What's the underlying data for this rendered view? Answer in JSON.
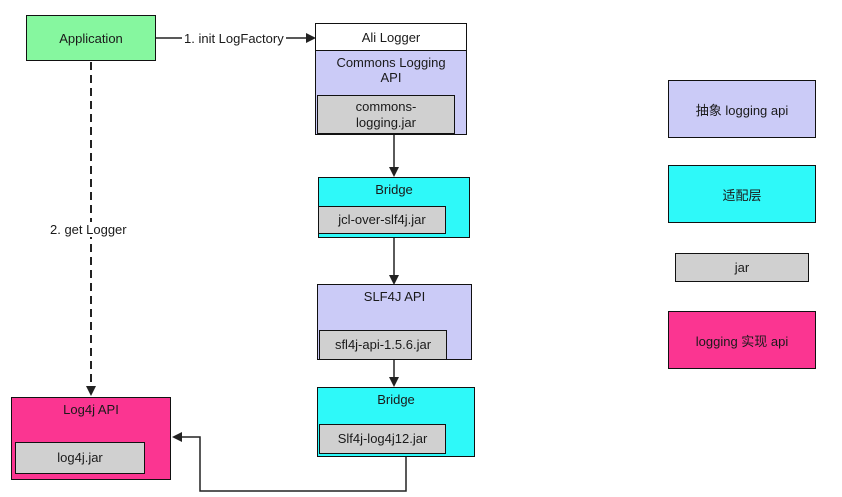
{
  "diagram": {
    "application": {
      "label": "Application"
    },
    "ali_logger": {
      "label": "Ali Logger"
    },
    "commons_logging_api": {
      "label": "Commons Logging API",
      "jar": "commons-logging.jar"
    },
    "bridge_jcl": {
      "label": "Bridge",
      "jar": "jcl-over-slf4j.jar"
    },
    "slf4j_api": {
      "label": "SLF4J API",
      "jar": "sfl4j-api-1.5.6.jar"
    },
    "bridge_log4j": {
      "label": "Bridge",
      "jar": "Slf4j-log4j12.jar"
    },
    "log4j_api": {
      "label": "Log4j API",
      "jar": "log4j.jar"
    },
    "edges": {
      "init": "1. init LogFactory",
      "get_logger": "2. get Logger"
    }
  },
  "legend": {
    "abstract_api": "抽象 logging api",
    "adapter": "适配层",
    "jar": "jar",
    "impl_api": "logging 实现 api"
  },
  "colors": {
    "application": "#86f79f",
    "api": "#cbcbf7",
    "bridge": "#2ef9f9",
    "jar": "#d0d0d0",
    "impl": "#fb3591"
  }
}
